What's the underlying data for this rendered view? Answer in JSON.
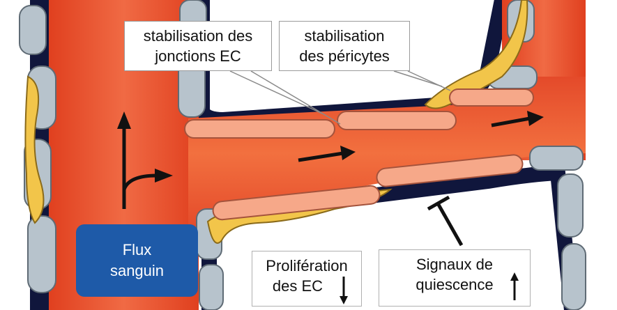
{
  "labels": {
    "junctions": {
      "line1": "stabilisation des",
      "line2": "jonctions EC"
    },
    "pericytes": {
      "line1": "stabilisation",
      "line2": "des péricytes"
    },
    "flow": {
      "line1": "Flux",
      "line2": "sanguin"
    },
    "proliferation": {
      "line1": "Prolifération",
      "line2": "des EC"
    },
    "quiescence": {
      "line1": "Signaux de",
      "line2": "quiescence"
    }
  },
  "colors": {
    "vessel": "#e8462c",
    "vessel_core": "#f06a44",
    "basement": "#10163c",
    "endothelial_cell": "#f6a889",
    "pericyte": "#f2c54a",
    "smooth_muscle": "#b7c3cc",
    "flow_box": "#1e5aa8"
  },
  "icons": [
    "flow-arrow-icon",
    "up-arrow-icon",
    "down-arrow-icon",
    "inhibition-icon"
  ]
}
